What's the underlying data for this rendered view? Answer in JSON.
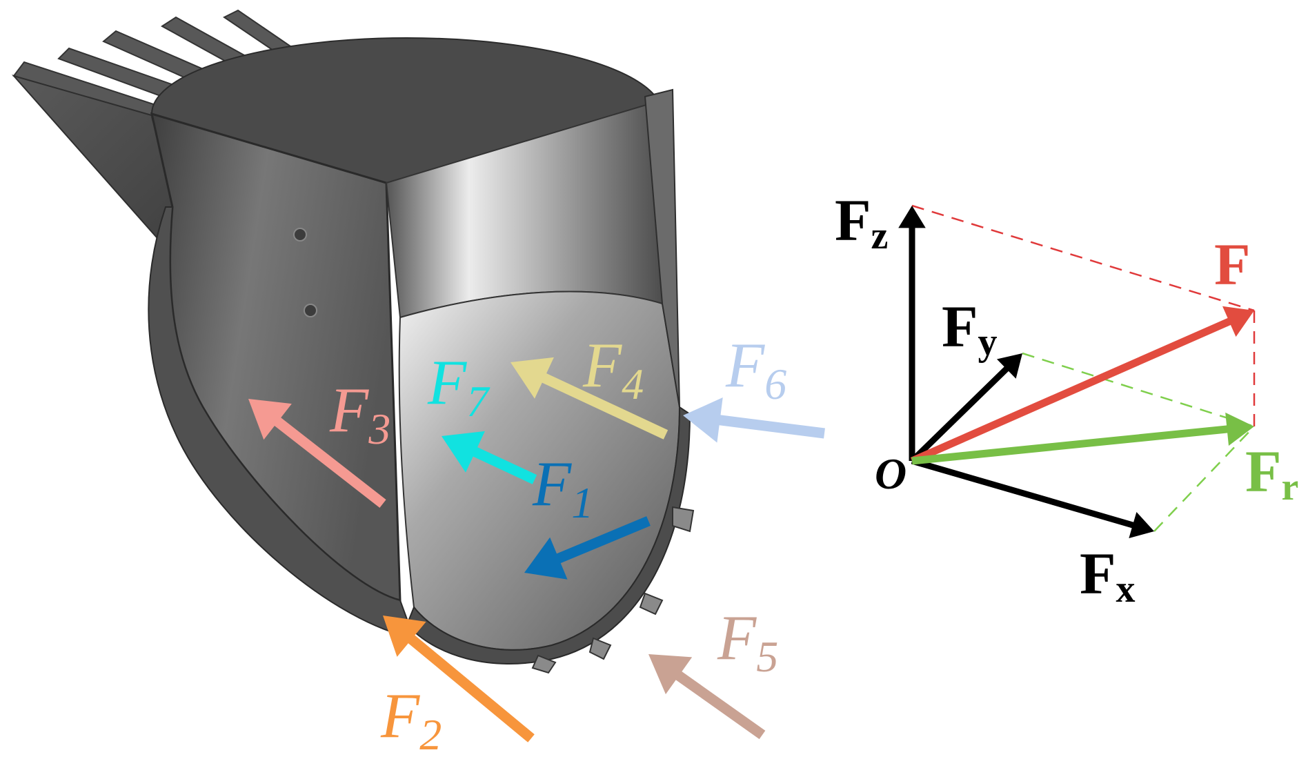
{
  "bucket_forces": [
    {
      "id": "F1",
      "base": "F",
      "sub": "1",
      "color": "#0a70b5"
    },
    {
      "id": "F2",
      "base": "F",
      "sub": "2",
      "color": "#f7953c"
    },
    {
      "id": "F3",
      "base": "F",
      "sub": "3",
      "color": "#f59a92"
    },
    {
      "id": "F4",
      "base": "F",
      "sub": "4",
      "color": "#e3d88f"
    },
    {
      "id": "F5",
      "base": "F",
      "sub": "5",
      "color": "#c9a293"
    },
    {
      "id": "F6",
      "base": "F",
      "sub": "6",
      "color": "#b7cdee"
    },
    {
      "id": "F7",
      "base": "F",
      "sub": "7",
      "color": "#11e2e0"
    }
  ],
  "vector_diagram": {
    "origin": "O",
    "fz": {
      "base": "F",
      "sub": "z",
      "color": "#000000"
    },
    "fy": {
      "base": "F",
      "sub": "y",
      "color": "#000000"
    },
    "fx": {
      "base": "F",
      "sub": "x",
      "color": "#000000"
    },
    "f": {
      "base": "F",
      "sub": "",
      "color": "#e24c3f"
    },
    "fr": {
      "base": "F",
      "sub": "r",
      "color": "#78bf46"
    }
  },
  "colors": {
    "bucket_body": "#6e6e6e",
    "bucket_dark": "#4a4a4a",
    "dash_red": "#e0393a",
    "dash_green": "#7fcf4c"
  }
}
